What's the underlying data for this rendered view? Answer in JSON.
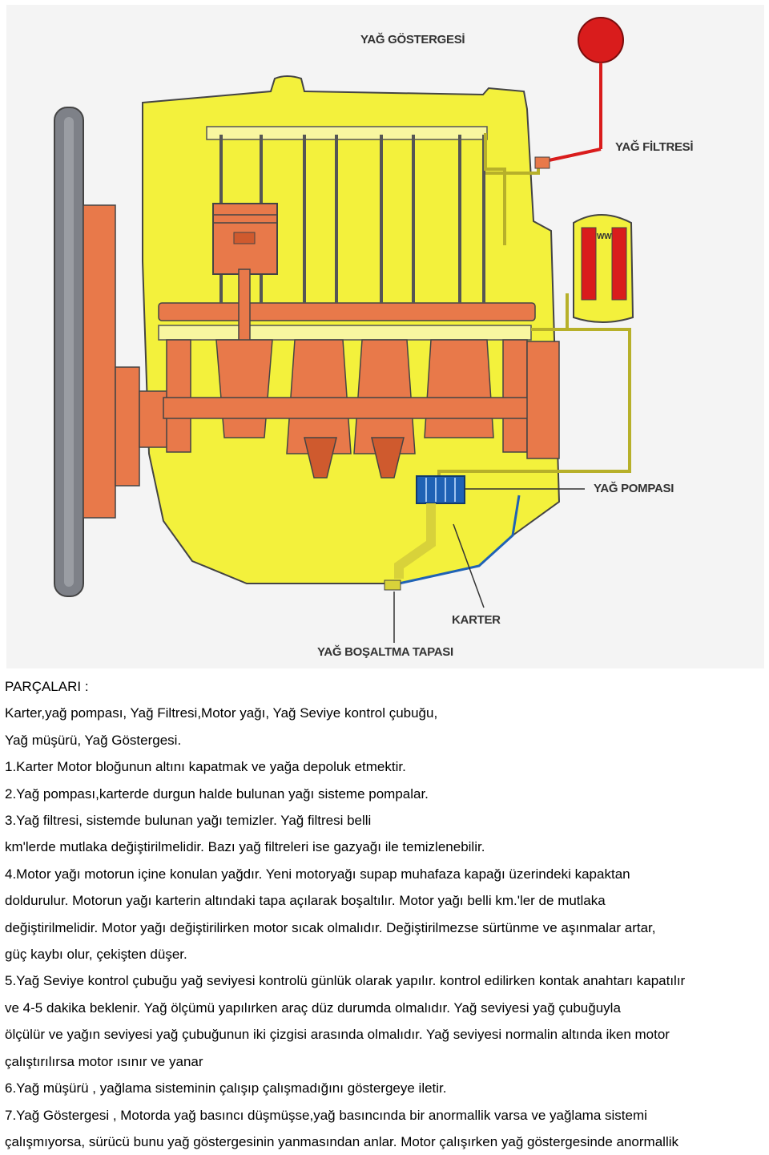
{
  "diagram": {
    "labels": {
      "oil_gauge": "YAĞ GÖSTERGESİ",
      "oil_filter": "YAĞ FİLTRESİ",
      "oil_pump": "YAĞ POMPASI",
      "sump": "KARTER",
      "drain_plug": "YAĞ BOŞALTMA TAPASI",
      "filter_mark": "WW"
    },
    "colors": {
      "block": "#f3f13c",
      "parts": "#e8794a",
      "parts_dark": "#cf5a2e",
      "oil_line": "#d8d23a",
      "gauge": "#d91c1c",
      "pump": "#1f62b5",
      "flywheel": "#7e8188",
      "outline": "#444444"
    }
  },
  "text": {
    "lines": [
      "PARÇALARI :",
      "Karter,yağ pompası, Yağ Filtresi,Motor yağı, Yağ Seviye kontrol çubuğu,",
      "Yağ müşürü, Yağ Göstergesi.",
      "1.Karter Motor bloğunun altını kapatmak ve yağa depoluk etmektir.",
      "2.Yağ pompası,karterde durgun halde bulunan yağı sisteme pompalar.",
      "3.Yağ filtresi, sistemde bulunan yağı temizler. Yağ filtresi belli",
      "km'lerde mutlaka değiştirilmelidir. Bazı yağ filtreleri ise gazyağı ile temizlenebilir.",
      "4.Motor yağı motorun içine konulan yağdır. Yeni motoryağı supap muhafaza kapağı üzerindeki kapaktan",
      "doldurulur. Motorun yağı karterin altındaki tapa açılarak boşaltılır. Motor yağı belli km.'ler de mutlaka",
      "değiştirilmelidir. Motor yağı değiştirilirken motor sıcak olmalıdır. Değiştirilmezse sürtünme ve aşınmalar artar,",
      "güç kaybı olur, çekişten düşer.",
      "5.Yağ Seviye kontrol çubuğu yağ seviyesi kontrolü günlük olarak yapılır. kontrol edilirken kontak anahtarı kapatılır",
      "ve 4-5 dakika beklenir. Yağ ölçümü yapılırken araç düz durumda olmalıdır. Yağ seviyesi yağ çubuğuyla",
      "ölçülür ve yağın seviyesi yağ çubuğunun iki çizgisi arasında olmalıdır. Yağ seviyesi normalin altında iken motor",
      "çalıştırılırsa motor ısınır ve yanar",
      "6.Yağ müşürü , yağlama sisteminin çalışıp çalışmadığını göstergeye iletir.",
      "7.Yağ Göstergesi , Motorda yağ basıncı düşmüşse,yağ basıncında bir anormallik varsa ve yağlama sistemi",
      "çalışmıyorsa, sürücü bunu yağ göstergesinin yanmasından anlar. Motor çalışırken yağ göstergesinde anormallik"
    ]
  }
}
